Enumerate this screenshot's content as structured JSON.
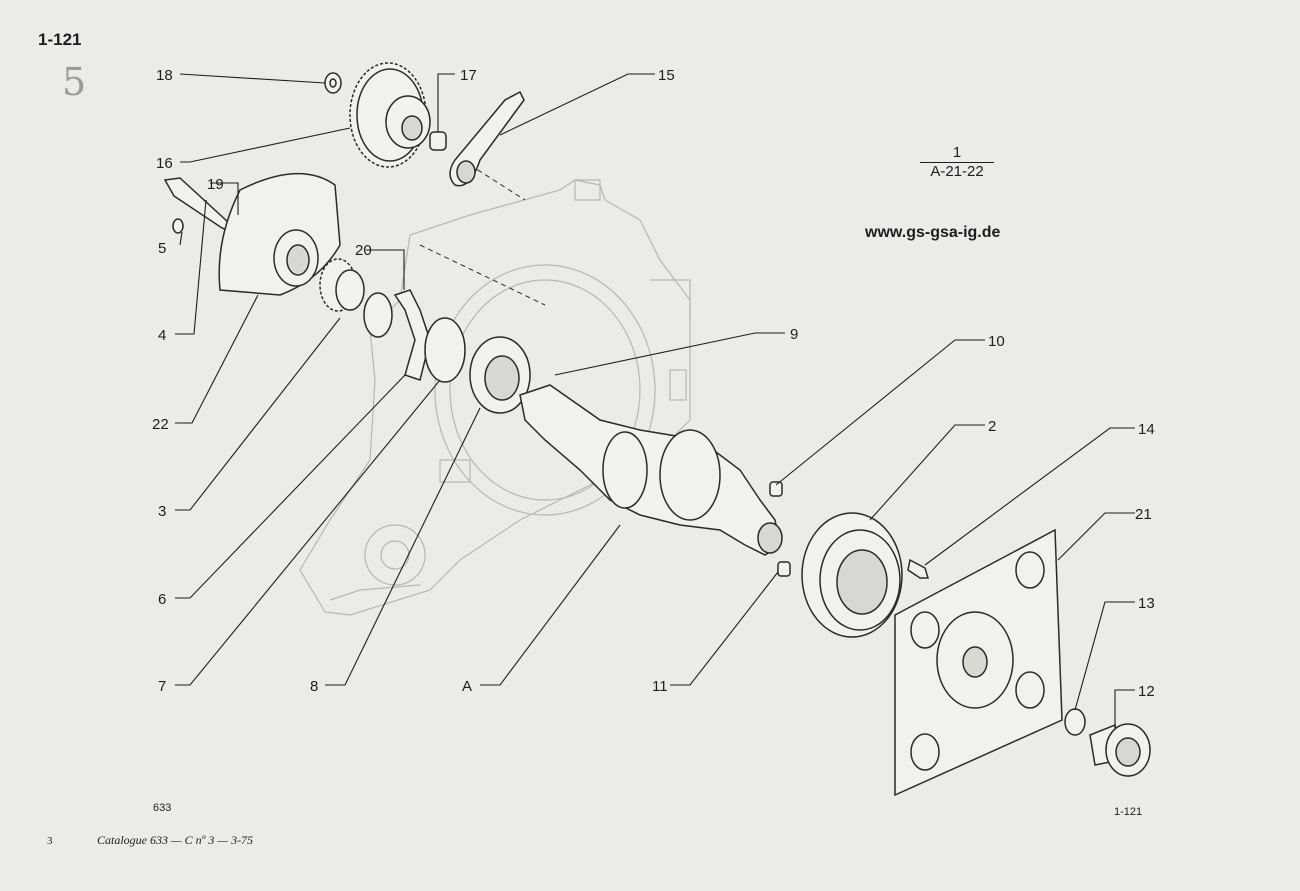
{
  "header": {
    "page_code": "1-121",
    "pencil_mark": "5"
  },
  "reference": {
    "top": "1",
    "bottom": "A-21-22"
  },
  "website": "www.gs-gsa-ig.de",
  "footer": {
    "left_code": "633",
    "right_code": "1-121",
    "page_number": "3",
    "catalogue": "Catalogue 633 — C nº 3 — 3-75"
  },
  "callouts": {
    "c18": "18",
    "c17": "17",
    "c15": "15",
    "c16": "16",
    "c19": "19",
    "c5": "5",
    "c20": "20",
    "c4": "4",
    "c22": "22",
    "c9": "9",
    "c10": "10",
    "c2": "2",
    "c14": "14",
    "c21": "21",
    "c3": "3",
    "c6": "6",
    "c13": "13",
    "c12": "12",
    "c7": "7",
    "c8": "8",
    "cA": "A",
    "c11": "11"
  }
}
